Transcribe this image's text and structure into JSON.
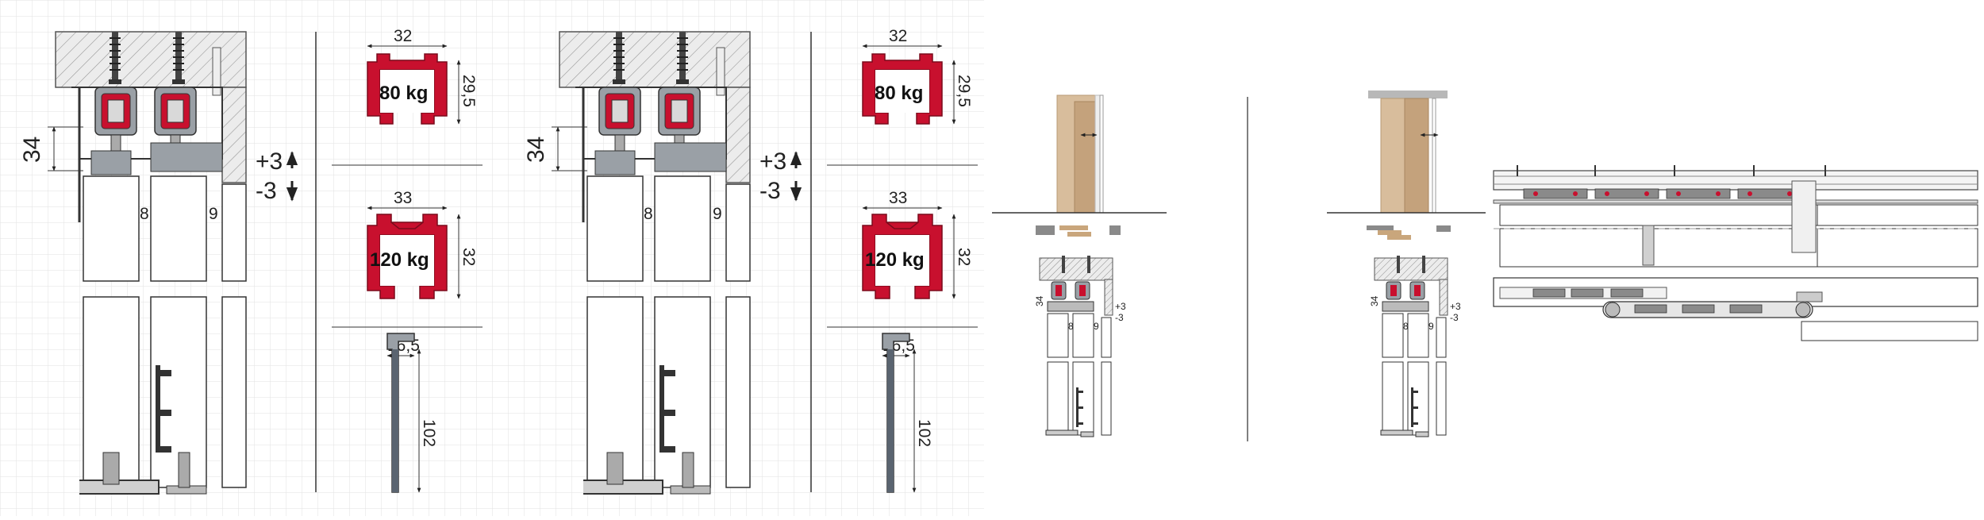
{
  "labels": {
    "height_dim": "34",
    "adjust_up": "+3",
    "adjust_down": "-3",
    "gap_left": "8",
    "gap_right": "9",
    "profile1_width": "32",
    "profile1_height": "29,5",
    "profile1_load": "80 kg",
    "profile2_width": "33",
    "profile2_height": "32",
    "profile2_load": "120 kg",
    "guide_width": "16,5",
    "guide_height": "102"
  },
  "colors": {
    "profile_red": "#c8102e",
    "grid_line": "#e2e2e2",
    "wood_light": "#d8bd9c",
    "wood_dark": "#c4a27c",
    "ceiling_hatch": "#e6e6e6",
    "line": "#333333"
  }
}
